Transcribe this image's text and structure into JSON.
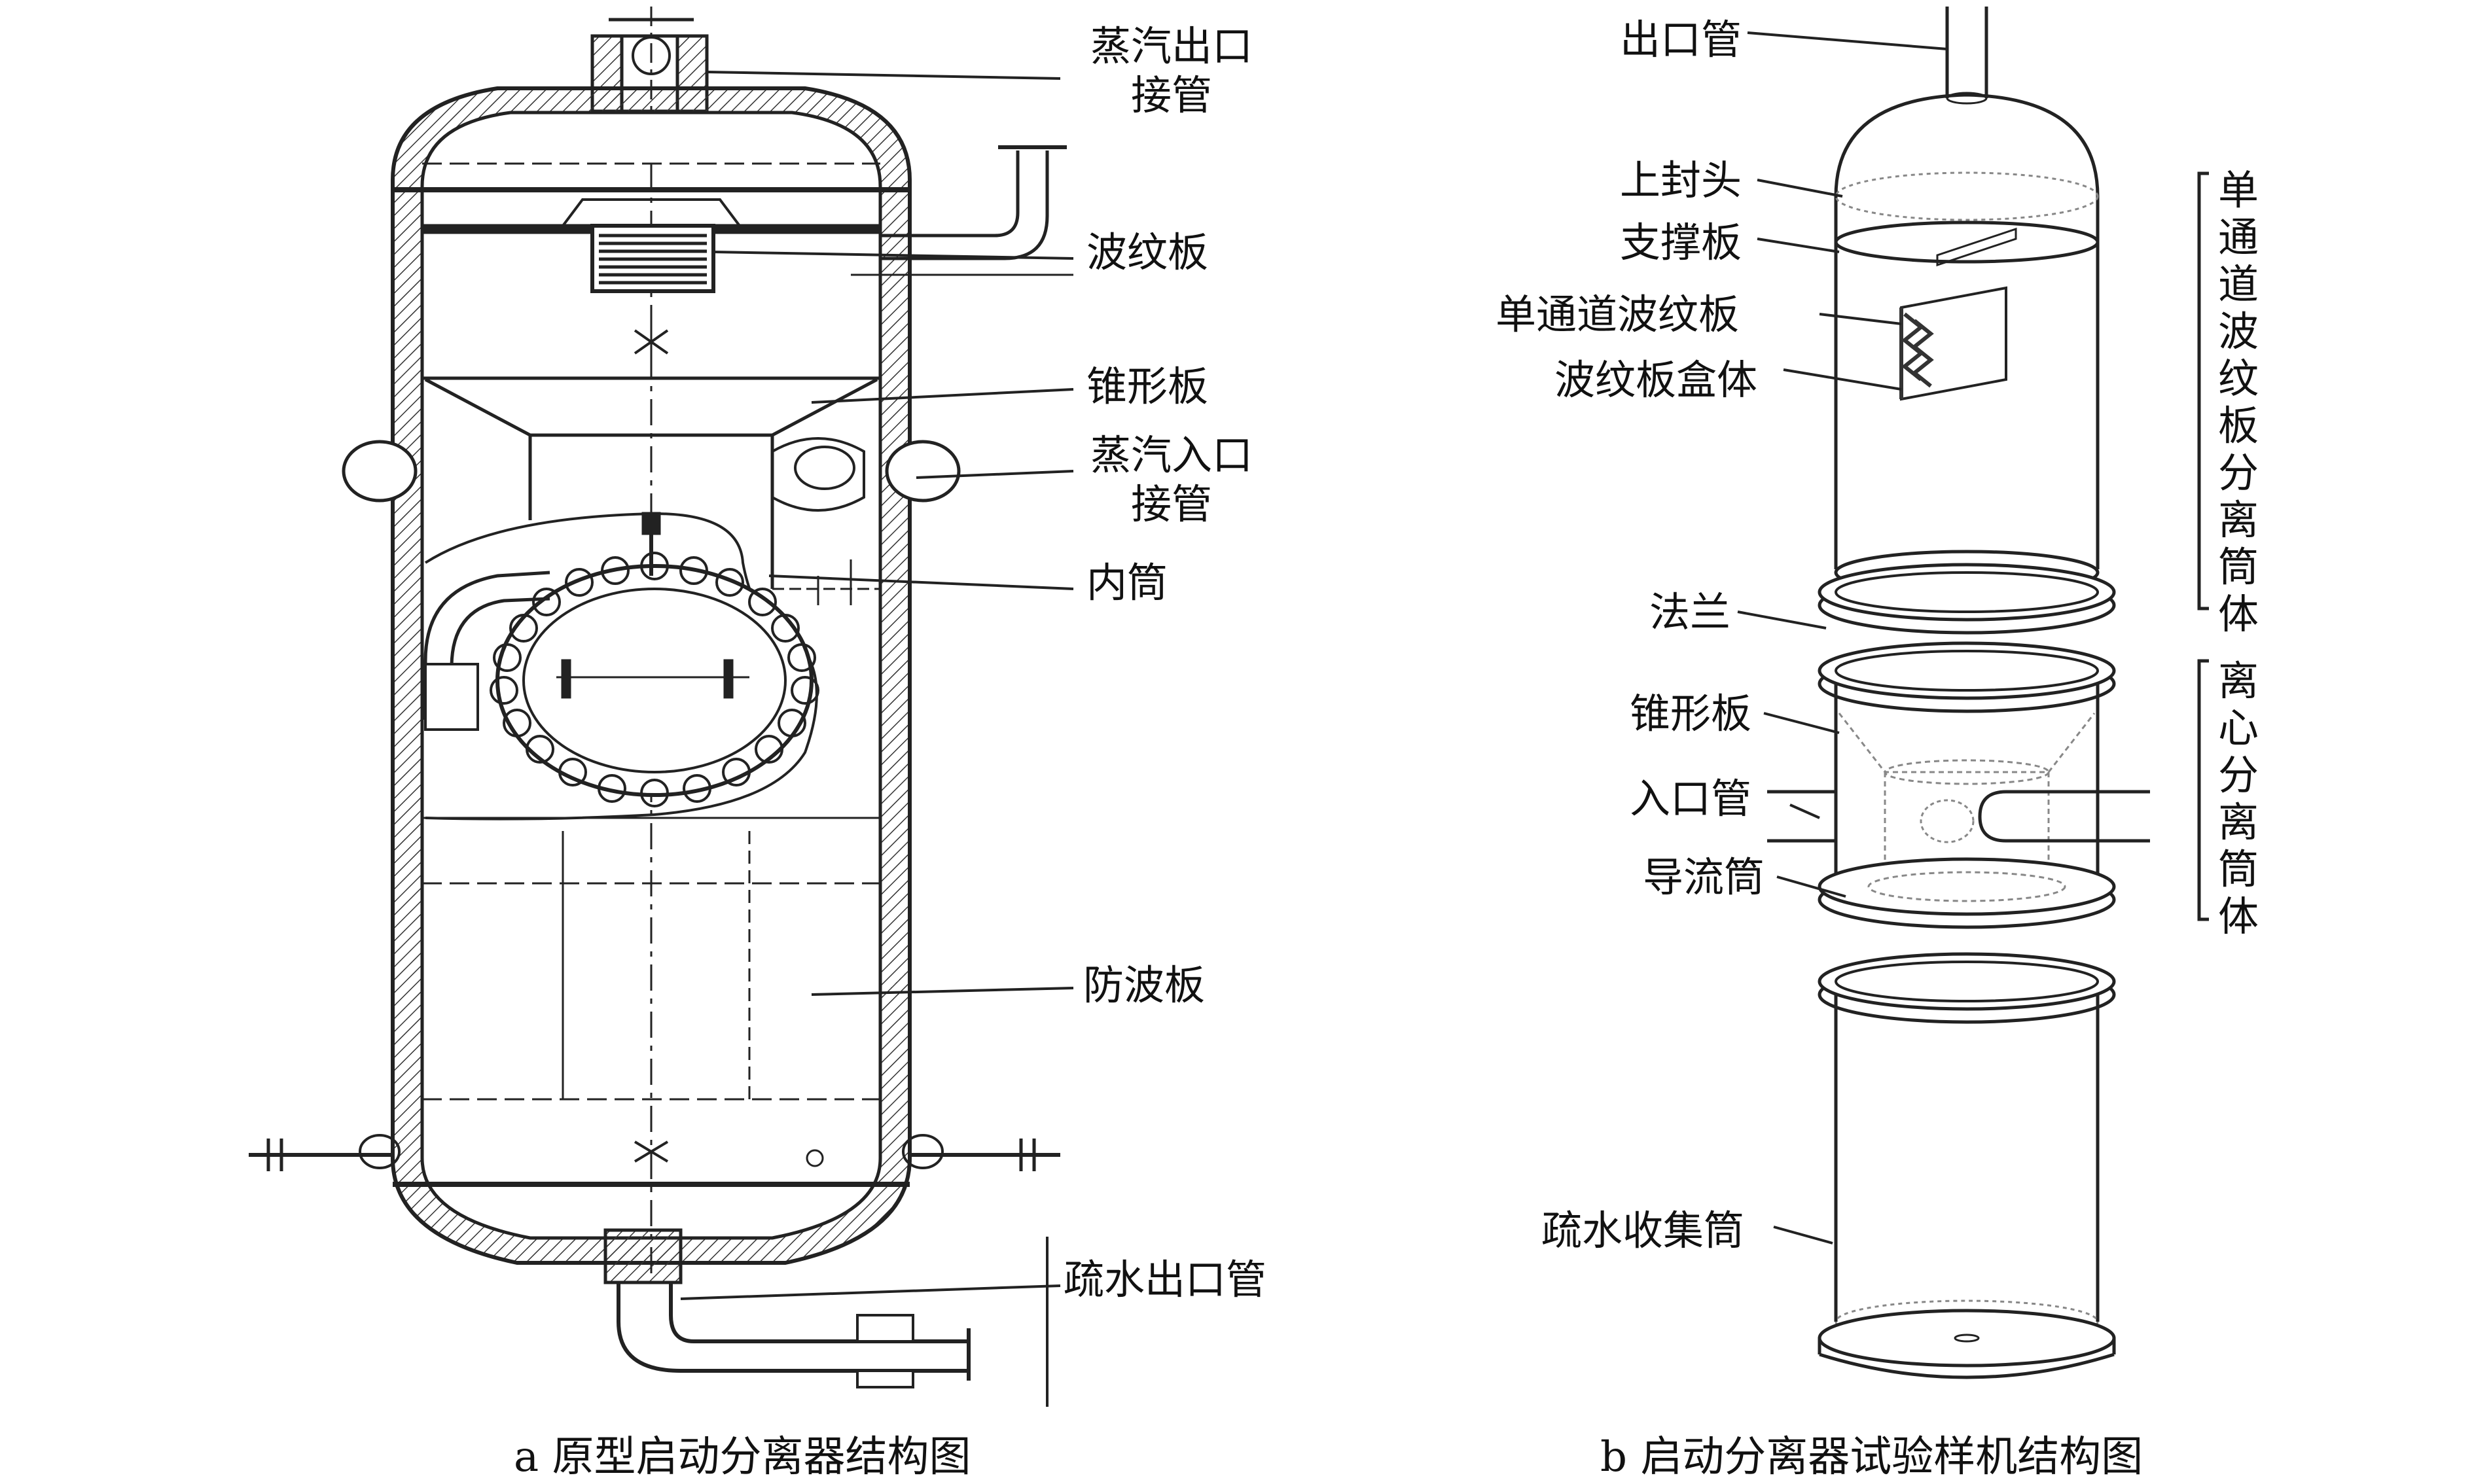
{
  "panel_a": {
    "caption": "a 原型启动分离器结构图",
    "labels": {
      "steam_outlet_line1": "蒸汽出口",
      "steam_outlet_line2": "接管",
      "corrugated_plate": "波纹板",
      "cone_plate": "锥形板",
      "steam_inlet_line1": "蒸汽入口",
      "steam_inlet_line2": "接管",
      "inner_cylinder": "内筒",
      "anti_wave_plate": "防波板",
      "drain_outlet": "疏水出口管"
    }
  },
  "panel_b": {
    "caption": "b 启动分离器试验样机结构图",
    "labels": {
      "outlet_pipe": "出口管",
      "upper_head": "上封头",
      "support_plate": "支撑板",
      "single_channel_plate": "单通道波纹板",
      "plate_box": "波纹板盒体",
      "flange": "法兰",
      "cone_plate": "锥形板",
      "inlet_pipe": "入口管",
      "guide_cylinder": "导流筒",
      "drain_collector": "疏水收集筒"
    },
    "bracket_labels": {
      "upper": "单通道波纹板分离筒体",
      "lower": "离心分离筒体"
    }
  }
}
